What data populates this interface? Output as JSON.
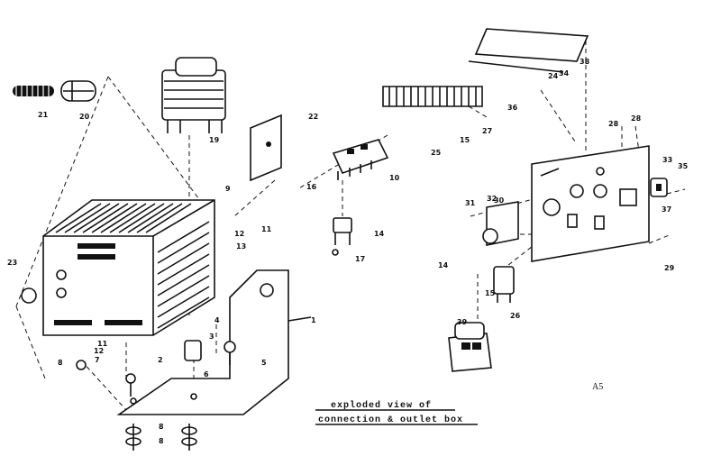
{
  "caption": {
    "line1": "exploded view of",
    "line2": "connection & outlet box"
  },
  "sheet_code": "A5",
  "callouts": [
    "21",
    "20",
    "19",
    "22",
    "23",
    "24",
    "25",
    "26",
    "27",
    "28",
    "28",
    "29",
    "30",
    "31",
    "32",
    "33",
    "34",
    "35",
    "36",
    "37",
    "38",
    "15",
    "16",
    "17",
    "9",
    "10",
    "11",
    "12",
    "13",
    "14",
    "1",
    "2",
    "3",
    "4",
    "5",
    "6",
    "7",
    "8",
    "8",
    "8",
    "11",
    "12",
    "14",
    "15",
    "39"
  ],
  "colors": {
    "ink": "#111111",
    "paper": "#ffffff"
  }
}
